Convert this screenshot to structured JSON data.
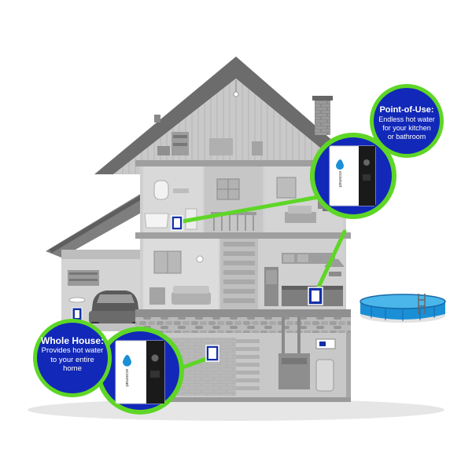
{
  "point_of_use": {
    "title": "Point-of-Use:",
    "lines": [
      "Endless hot water",
      "for your kitchen",
      "or bathroom"
    ]
  },
  "whole_house": {
    "title": "Whole House:",
    "lines": [
      "Provides hot water",
      "to your entire",
      "home"
    ]
  },
  "brand": "ecosmart",
  "colors": {
    "accent_green": "#5ed626",
    "bubble_blue": "#1228b8",
    "pool_blue": "#1a8fd6",
    "house_gray": "#a8a8a8",
    "roof_gray": "#7c7c7c"
  }
}
